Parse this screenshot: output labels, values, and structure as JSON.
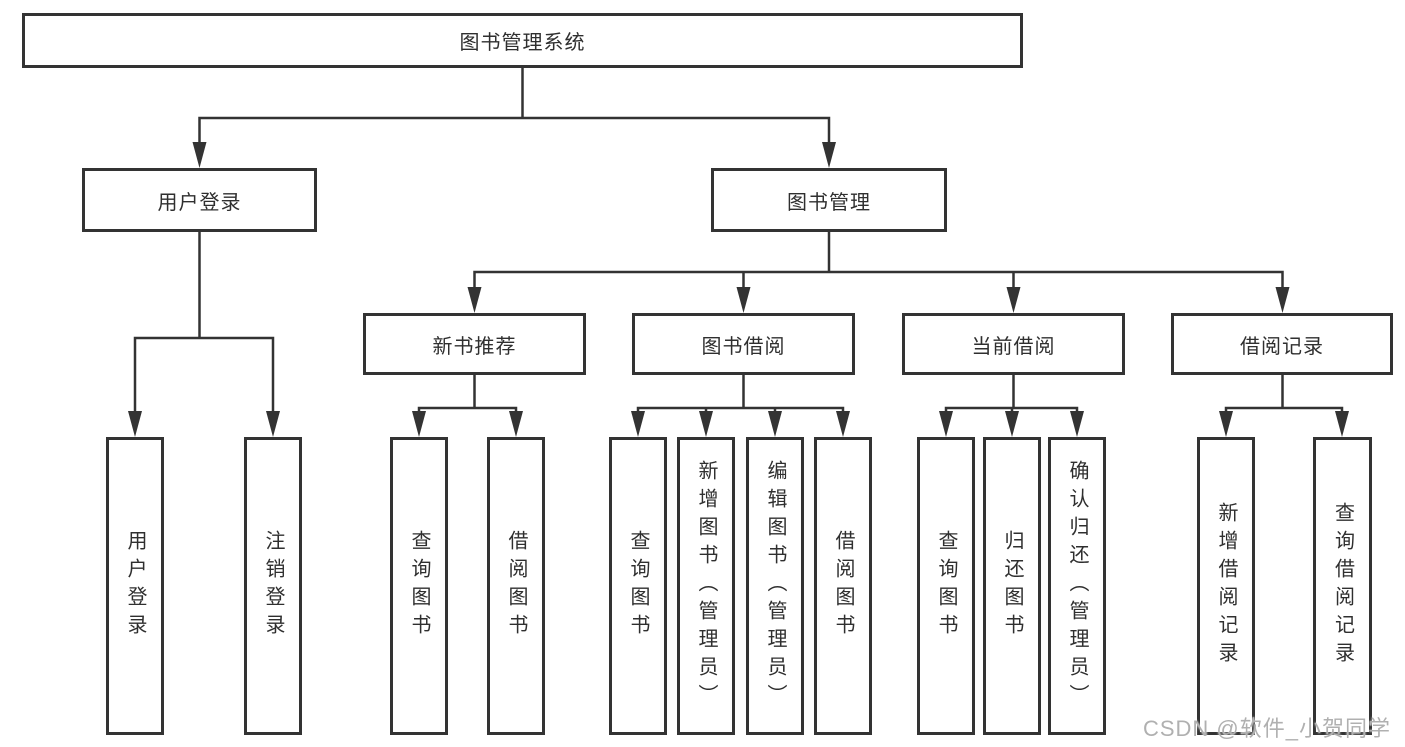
{
  "tree": {
    "root_label": "图书管理系统",
    "login_branch": {
      "label": "用户登录",
      "children": [
        "用户登录",
        "注销登录"
      ]
    },
    "mgmt_branch": {
      "label": "图书管理",
      "groups": [
        {
          "label": "新书推荐",
          "children": [
            "查询图书",
            "借阅图书"
          ]
        },
        {
          "label": "图书借阅",
          "children": [
            "查询图书",
            "新增图书（管理员）",
            "编辑图书（管理员）",
            "借阅图书"
          ]
        },
        {
          "label": "当前借阅",
          "children": [
            "查询图书",
            "归还图书",
            "确认归还（管理员）"
          ]
        },
        {
          "label": "借阅记录",
          "children": [
            "新增借阅记录",
            "查询借阅记录"
          ]
        }
      ]
    }
  },
  "watermark": {
    "text": "CSDN @软件_小贺同学",
    "color": "#b0b0b0"
  },
  "colors": {
    "line": "#333333",
    "box_border": "#333333",
    "text": "#2f2f2f",
    "background": "#ffffff"
  }
}
